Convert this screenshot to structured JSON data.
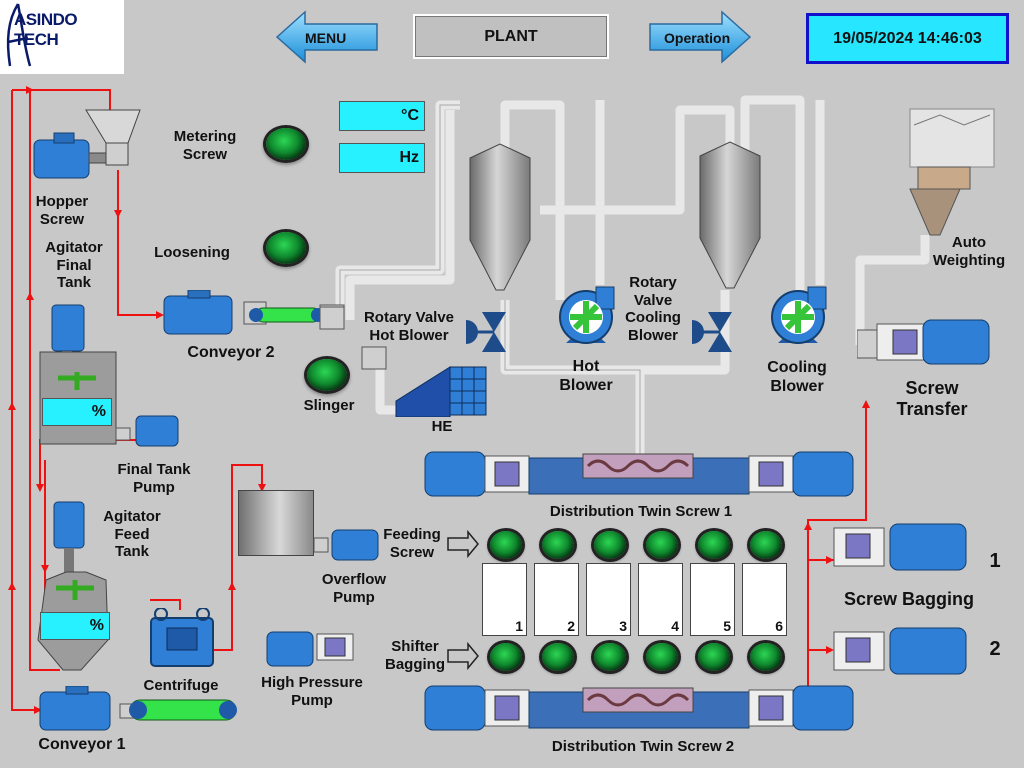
{
  "header": {
    "logo_text": "ASINDO TECH",
    "menu_label": "MENU",
    "page_title": "PLANT",
    "operation_label": "Operation",
    "datetime": "19/05/2024 14:46:03"
  },
  "readouts": {
    "temp_unit": "°C",
    "freq_unit": "Hz",
    "final_tank_level_unit": "%",
    "feed_tank_level_unit": "%"
  },
  "labels": {
    "metering_screw": "Metering\nScrew",
    "loosening": "Loosening",
    "hopper_screw": "Hopper\nScrew",
    "agitator_final_tank": "Agitator\nFinal\nTank",
    "conveyor_2": "Conveyor 2",
    "slinger": "Slinger",
    "rotary_valve_hot_blower": "Rotary Valve\nHot Blower",
    "he": "HE",
    "hot_blower": "Hot\nBlower",
    "rotary_valve_cooling_blower": "Rotary\nValve\nCooling\nBlower",
    "cooling_blower": "Cooling\nBlower",
    "auto_weighting": "Auto\nWeighting",
    "screw_transfer": "Screw\nTransfer",
    "final_tank_pump": "Final Tank\nPump",
    "agitator_feed_tank": "Agitator\nFeed\nTank",
    "distribution_twin_screw_1": "Distribution Twin Screw 1",
    "feeding_screw": "Feeding\nScrew",
    "overflow_pump": "Overflow\nPump",
    "screw_bagging": "Screw Bagging",
    "bagging_1": "1",
    "bagging_2": "2",
    "centrifuge": "Centrifuge",
    "high_pressure_pump": "High Pressure\nPump",
    "shifter_bagging": "Shifter\nBagging",
    "conveyor_1": "Conveyor 1",
    "distribution_twin_screw_2": "Distribution Twin Screw 2"
  },
  "shifters": [
    "1",
    "2",
    "3",
    "4",
    "5",
    "6"
  ],
  "colors": {
    "background": "#c8c8c8",
    "readout_cyan": "#27f0ff",
    "datetime_border": "#1111cc",
    "motor_blue": "#2f7fd6",
    "flow_red": "#ee1111",
    "conveyor_green": "#34e34a",
    "lamp_green": "#1aa83a"
  }
}
